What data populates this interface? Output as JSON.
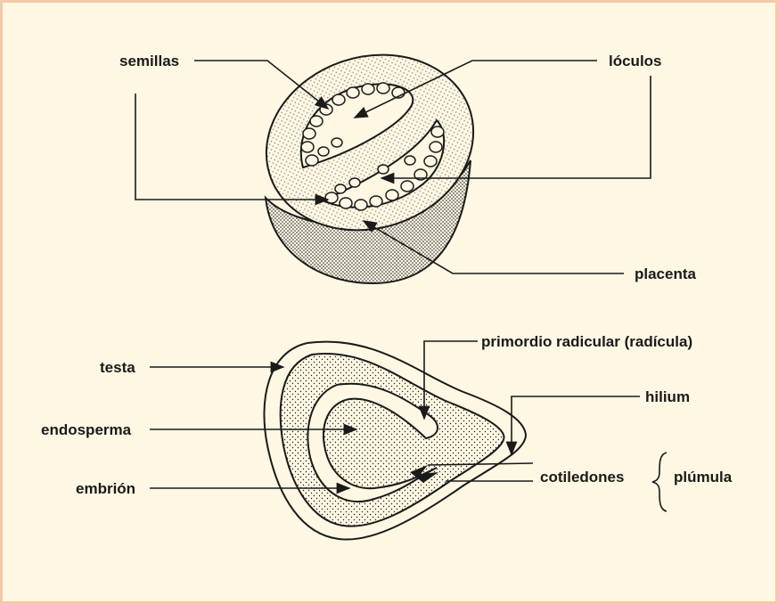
{
  "fruit_labels": {
    "semillas": "semillas",
    "loculos": "lóculos",
    "placenta": "placenta"
  },
  "seed_labels": {
    "testa": "testa",
    "endosperma": "endosperma",
    "embrion": "embrión",
    "primordio": "primordio radicular (radícula)",
    "hilium": "hilium",
    "cotiledones": "cotiledones",
    "plumula": "plúmula"
  },
  "colors": {
    "background": "#fdf7e3",
    "border": "#f4c9a6",
    "ink": "#1a1a1a"
  }
}
